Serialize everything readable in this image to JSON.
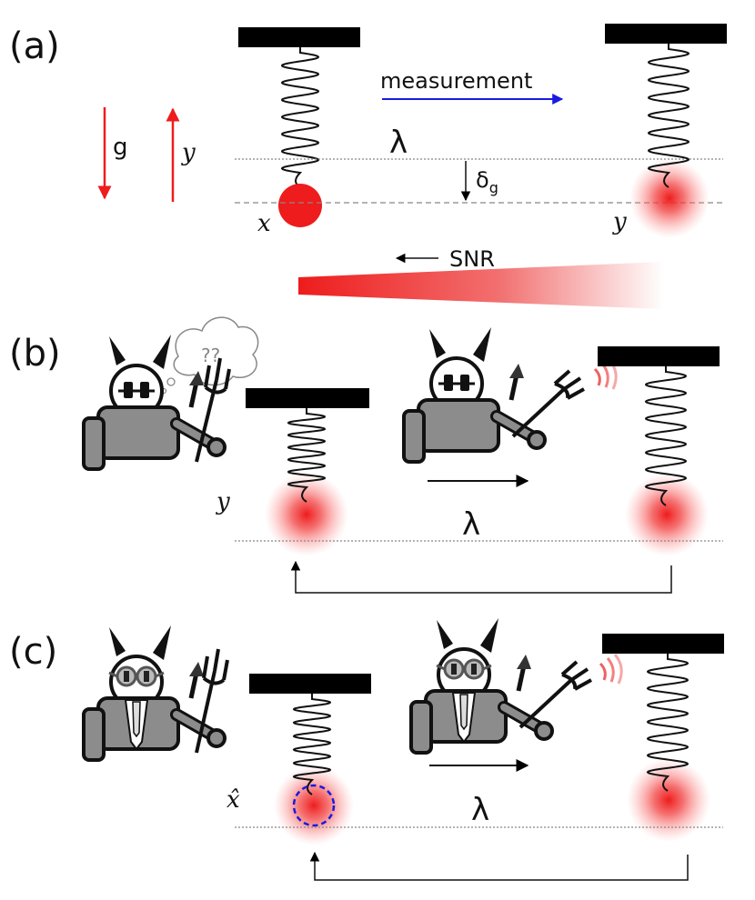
{
  "panels": {
    "a": {
      "label": "(a)"
    },
    "b": {
      "label": "(b)"
    },
    "c": {
      "label": "(c)"
    }
  },
  "labels": {
    "gravity": "g",
    "y_axis": "y",
    "measurement": "measurement",
    "lambda": "λ",
    "delta_g": "δ",
    "delta_g_sub": "g",
    "x": "x",
    "y": "y",
    "snr": "SNR",
    "thought": "??",
    "x_hat": "x̂"
  },
  "colors": {
    "red": "#ee1c1c",
    "blue": "#1a1ae0",
    "black": "#000000",
    "robot_gray": "#8c8c8c"
  },
  "icons": [
    "spring-icon",
    "mass-ball-icon",
    "robot-demon-icon",
    "trident-icon",
    "glasses-icon",
    "signal-waves-icon",
    "thought-bubble-icon"
  ]
}
